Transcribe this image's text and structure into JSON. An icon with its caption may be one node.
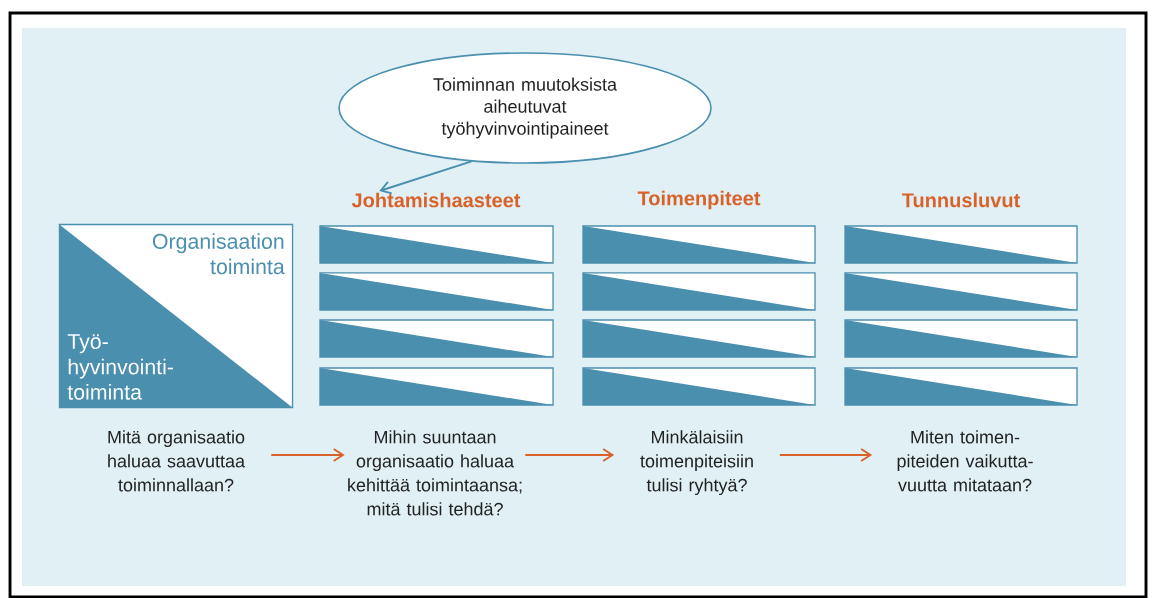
{
  "diagram": {
    "nodes": [
      {
        "text": [
          "Toiminnan muutoksista aiheutuvat työhyvinvointipaineet"
        ]
      },
      {
        "text": [
          "Organisaation toiminta",
          "Työ- hyvinvointi- toiminta"
        ]
      },
      {
        "text": [
          "Johtamishaasteet"
        ]
      },
      {
        "text": [],
        "shape": "bar"
      },
      {
        "text": [],
        "shape": "bar"
      },
      {
        "text": [],
        "shape": "bar"
      },
      {
        "text": [],
        "shape": "bar"
      },
      {
        "text": [
          "Toimenpiteet"
        ]
      },
      {
        "text": [],
        "shape": "bar"
      },
      {
        "text": [],
        "shape": "bar"
      },
      {
        "text": [],
        "shape": "bar"
      },
      {
        "text": [],
        "shape": "bar"
      },
      {
        "text": [
          "Tunnusluvut"
        ]
      },
      {
        "text": [],
        "shape": "bar"
      },
      {
        "text": [],
        "shape": "bar"
      },
      {
        "text": [],
        "shape": "bar"
      },
      {
        "text": [],
        "shape": "bar"
      },
      {
        "text": [
          "Mitä organisaatio haluaa saavuttaa toiminnallaan?"
        ]
      },
      {
        "text": [
          "Mihin suuntaan organisaatio haluaa kehittää toimintaansa; mitä tulisi tehdä?"
        ]
      },
      {
        "text": [
          "Minkälaisiin toimenpiteisiin tulisi ryhtyä?"
        ]
      },
      {
        "text": [
          "Miten toimen- piteiden vaikutta- vuutta mitataan?"
        ]
      }
    ],
    "edges": [
      {
        "from": 0,
        "to": 2,
        "arrow": "to",
        "color": "#4a8fae"
      },
      {
        "from": 17,
        "to": 18,
        "arrow": "to"
      },
      {
        "from": 18,
        "to": 19,
        "arrow": "to"
      },
      {
        "from": 19,
        "to": 20,
        "arrow": "to"
      }
    ]
  }
}
